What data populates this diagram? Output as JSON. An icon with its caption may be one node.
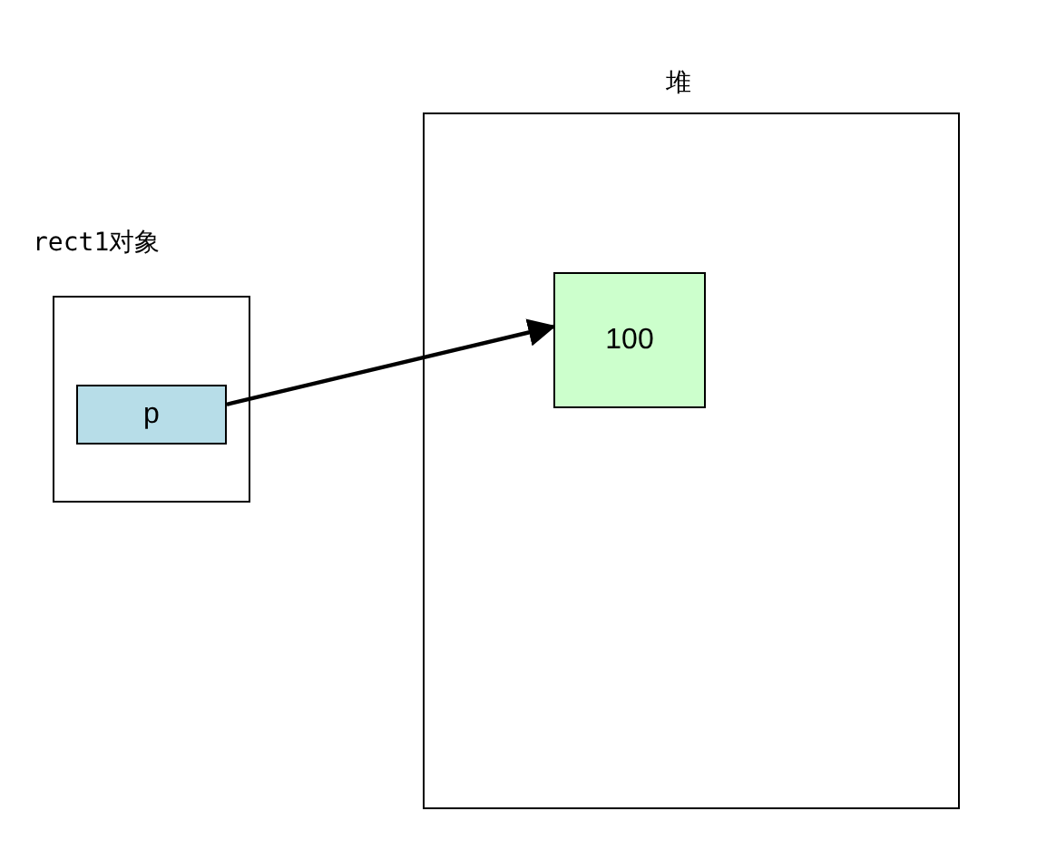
{
  "diagram": {
    "nodes": [
      {
        "text": [
          "rect1对象"
        ]
      },
      {
        "text": [
          "p"
        ],
        "in": 0
      },
      {
        "text": [
          "堆"
        ]
      },
      {
        "text": [
          "100"
        ],
        "in": 2
      }
    ],
    "edges": [
      {
        "from": 1,
        "to": 3,
        "arrow": "to"
      }
    ]
  }
}
